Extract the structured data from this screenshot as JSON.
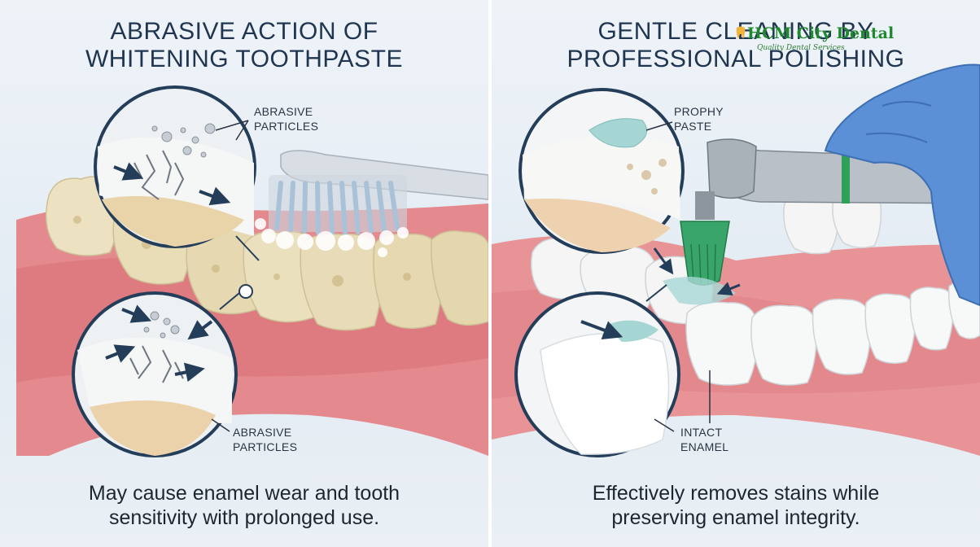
{
  "left_panel": {
    "title_line1": "ABRASIVE ACTION OF",
    "title_line2": "WHITENING TOOTHPASTE",
    "label_top_line1": "ABRASIVE",
    "label_top_line2": "PARTICLES",
    "label_bottom_line1": "ABRASIVE",
    "label_bottom_line2": "PARTICLES",
    "caption_line1": "May cause enamel wear and tooth",
    "caption_line2": "sensitivity with prolonged use."
  },
  "right_panel": {
    "title_line1": "GENTLE CLEANING BY",
    "title_line2": "PROFESSIONAL POLISHING",
    "label_top_line1": "PROPHY",
    "label_top_line2": "PASTE",
    "label_bottom_line1": "INTACT",
    "label_bottom_line2": "ENAMEL",
    "caption_line1": "Effectively removes stains while",
    "caption_line2": "preserving enamel integrity."
  },
  "watermark": {
    "name": "HCM City Dental",
    "tagline": "Quality Dental Services"
  },
  "colors": {
    "title": "#1f3550",
    "gum": "#e48a8f",
    "tooth_stained": "#e8dcb8",
    "tooth_clean": "#f7f8f8",
    "glove": "#5b8fd6",
    "polish_cup": "#3aa56a",
    "logo": "#1e8a2d"
  }
}
